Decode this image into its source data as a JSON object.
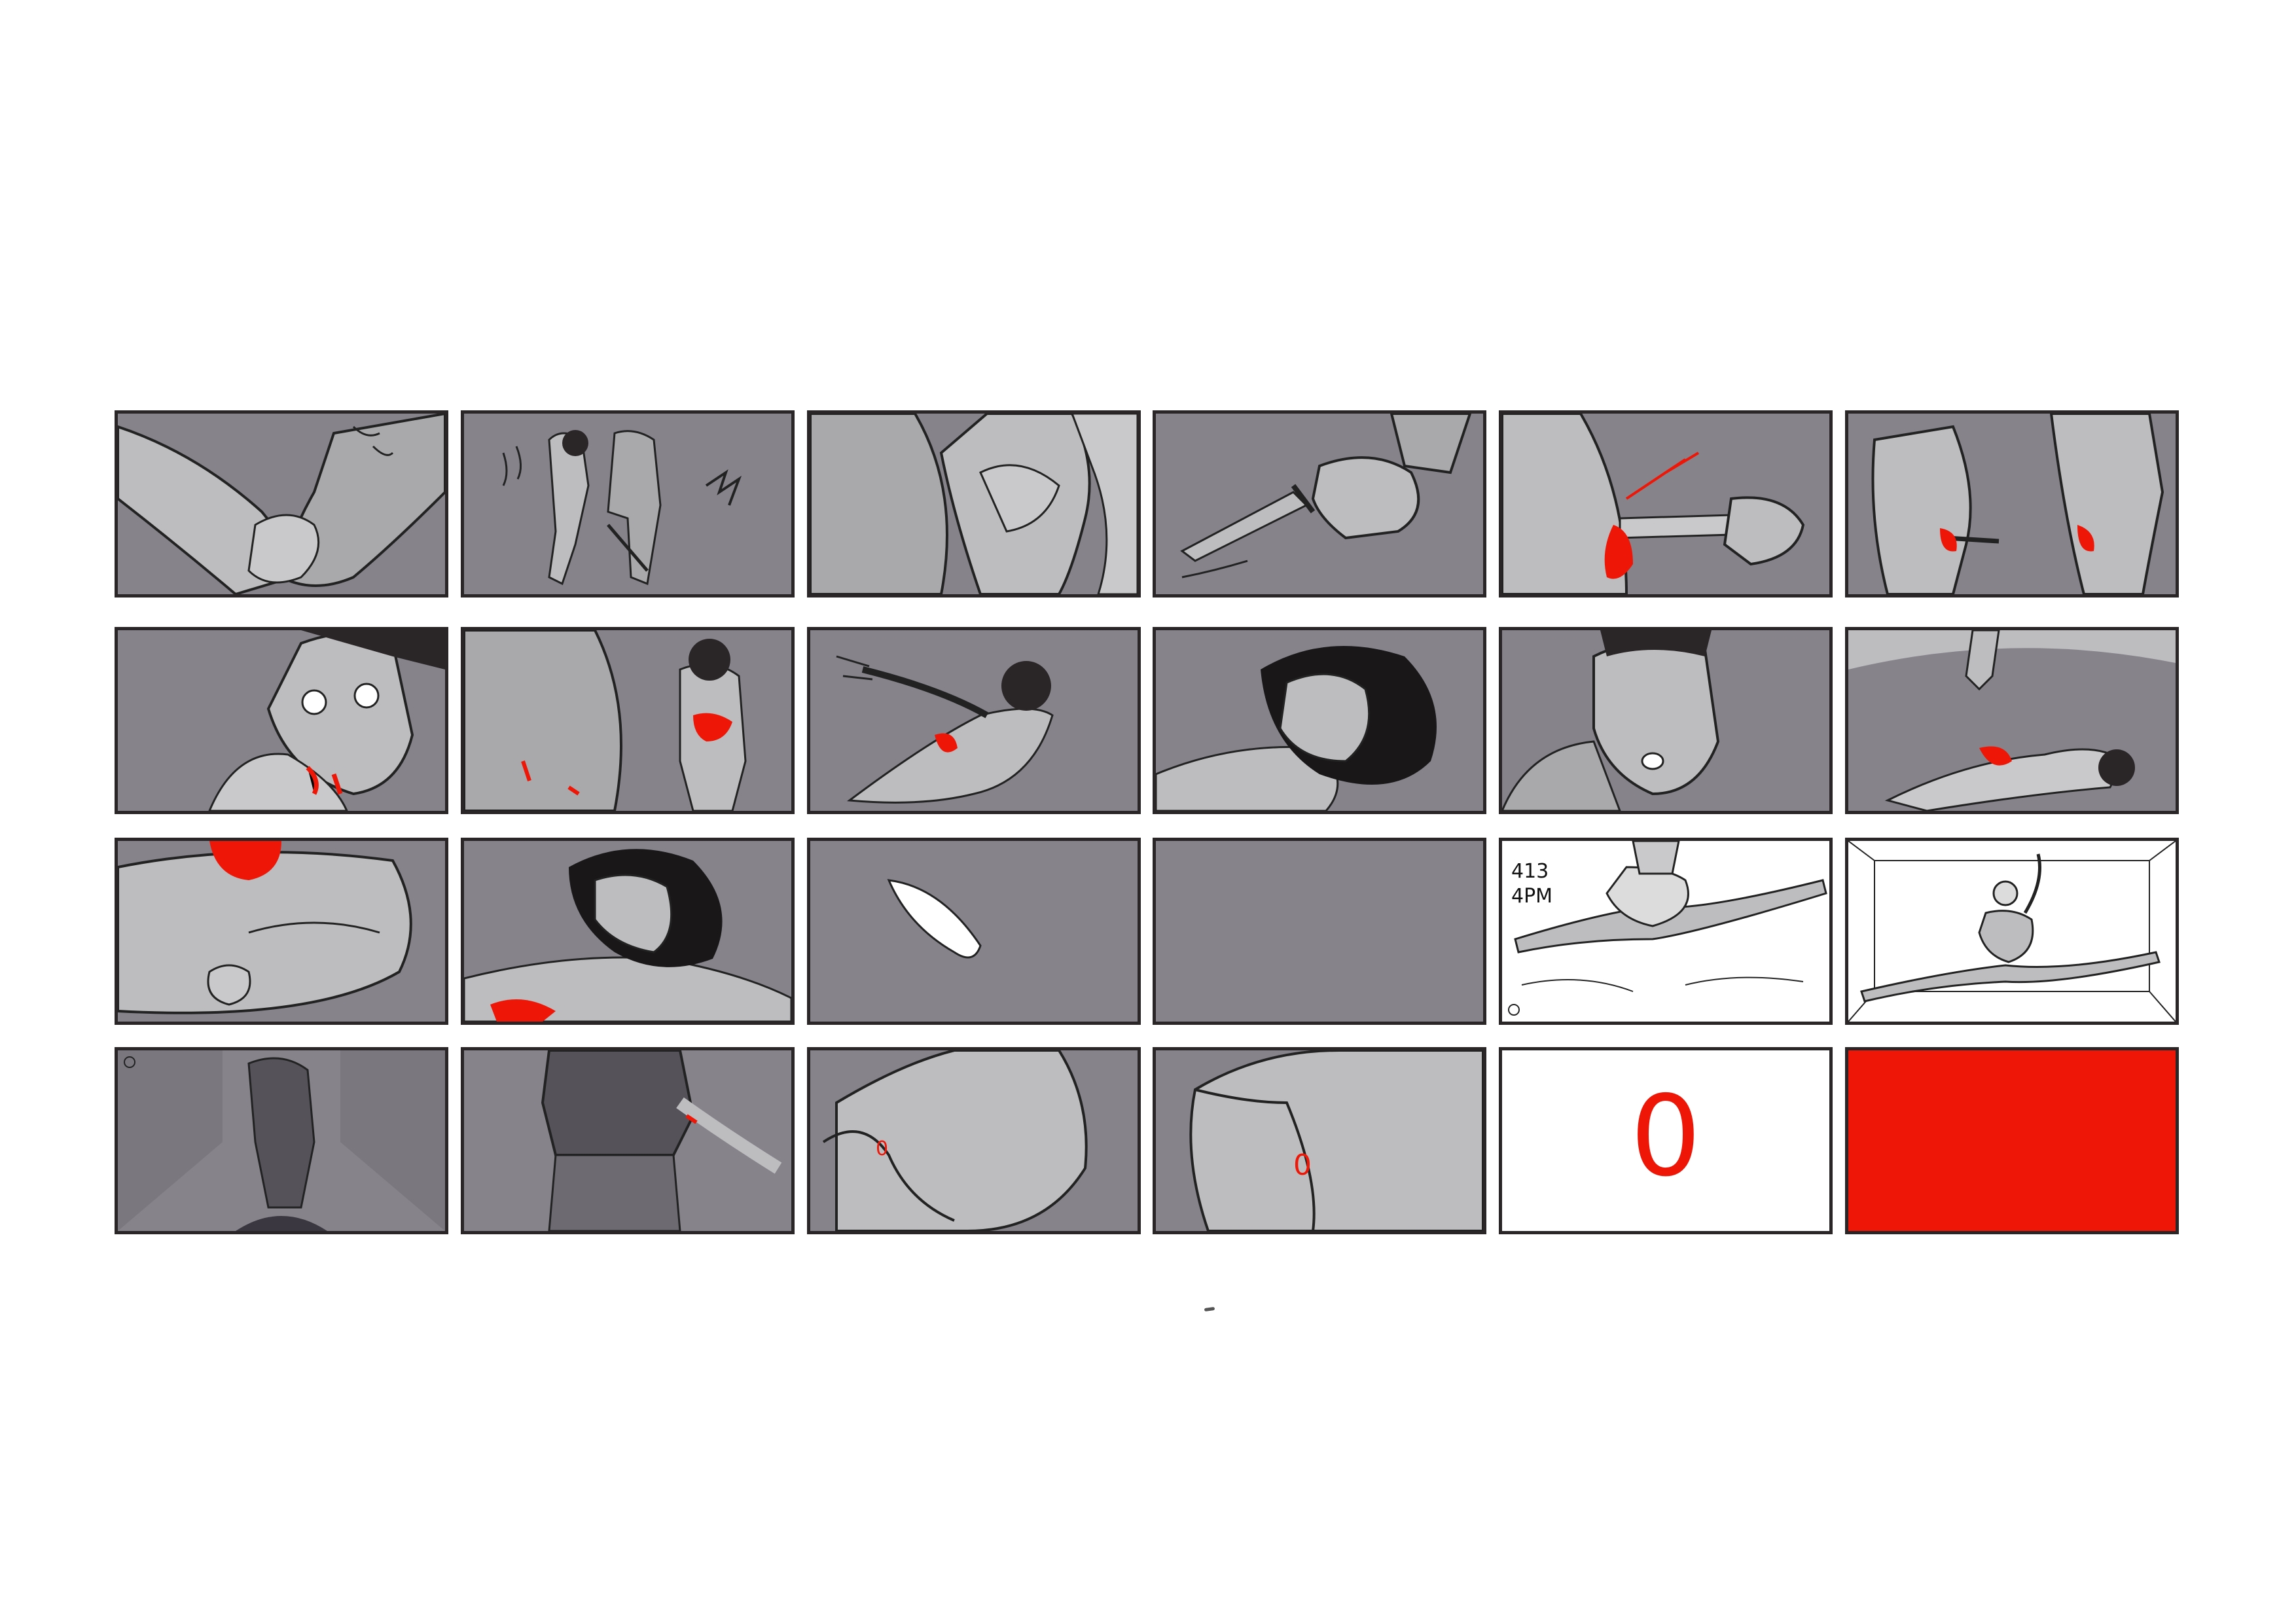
{
  "colors": {
    "panel_gray": "#86838a",
    "light_gray": "#bdbcbe",
    "blood_red": "#ee1707",
    "border": "#2a2526",
    "white": "#ffffff"
  },
  "panels": [
    {
      "id": 1
    },
    {
      "id": 2
    },
    {
      "id": 3
    },
    {
      "id": 4
    },
    {
      "id": 5
    },
    {
      "id": 6
    },
    {
      "id": 7
    },
    {
      "id": 8
    },
    {
      "id": 9
    },
    {
      "id": 10
    },
    {
      "id": 11
    },
    {
      "id": 12
    },
    {
      "id": 13
    },
    {
      "id": 14
    },
    {
      "id": 15
    },
    {
      "id": 16
    },
    {
      "id": 17,
      "note_line1": "413",
      "note_line2": "4PM"
    },
    {
      "id": 18
    },
    {
      "id": 19
    },
    {
      "id": 20
    },
    {
      "id": 21,
      "sleeve_mark": "0"
    },
    {
      "id": 22,
      "sleeve_mark": "0"
    },
    {
      "id": 23,
      "big_mark": "0"
    },
    {
      "id": 24
    }
  ]
}
